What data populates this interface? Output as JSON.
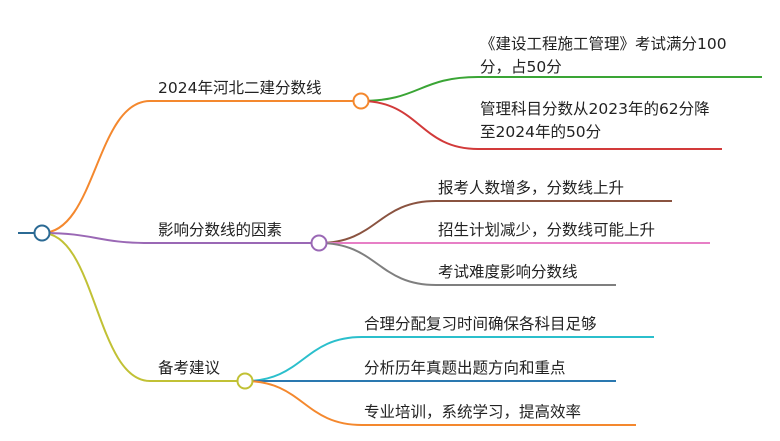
{
  "mindmap": {
    "root": {
      "color": "#2b6a94"
    },
    "branches": [
      {
        "label": "2024年河北二建分数线",
        "color": "#f4882e",
        "children": [
          {
            "label": "《建设工程施工管理》考试满分100分，占50分",
            "color": "#3aa535"
          },
          {
            "label": "管理科目分数从2023年的62分降至2024年的50分",
            "color": "#d23a3a"
          }
        ]
      },
      {
        "label": "影响分数线的因素",
        "color": "#9a68b5",
        "children": [
          {
            "label": "报考人数增多，分数线上升",
            "color": "#8a5340"
          },
          {
            "label": "招生计划减少，分数线可能上升",
            "color": "#e77fc6"
          },
          {
            "label": "考试难度影响分数线",
            "color": "#7f7f7f"
          }
        ]
      },
      {
        "label": "备考建议",
        "color": "#c1c135",
        "children": [
          {
            "label": "合理分配复习时间确保各科目足够",
            "color": "#2bbfcc"
          },
          {
            "label": "分析历年真题出题方向和重点",
            "color": "#2a78b0"
          },
          {
            "label": "专业培训，系统学习，提高效率",
            "color": "#f4882e"
          }
        ]
      }
    ]
  }
}
